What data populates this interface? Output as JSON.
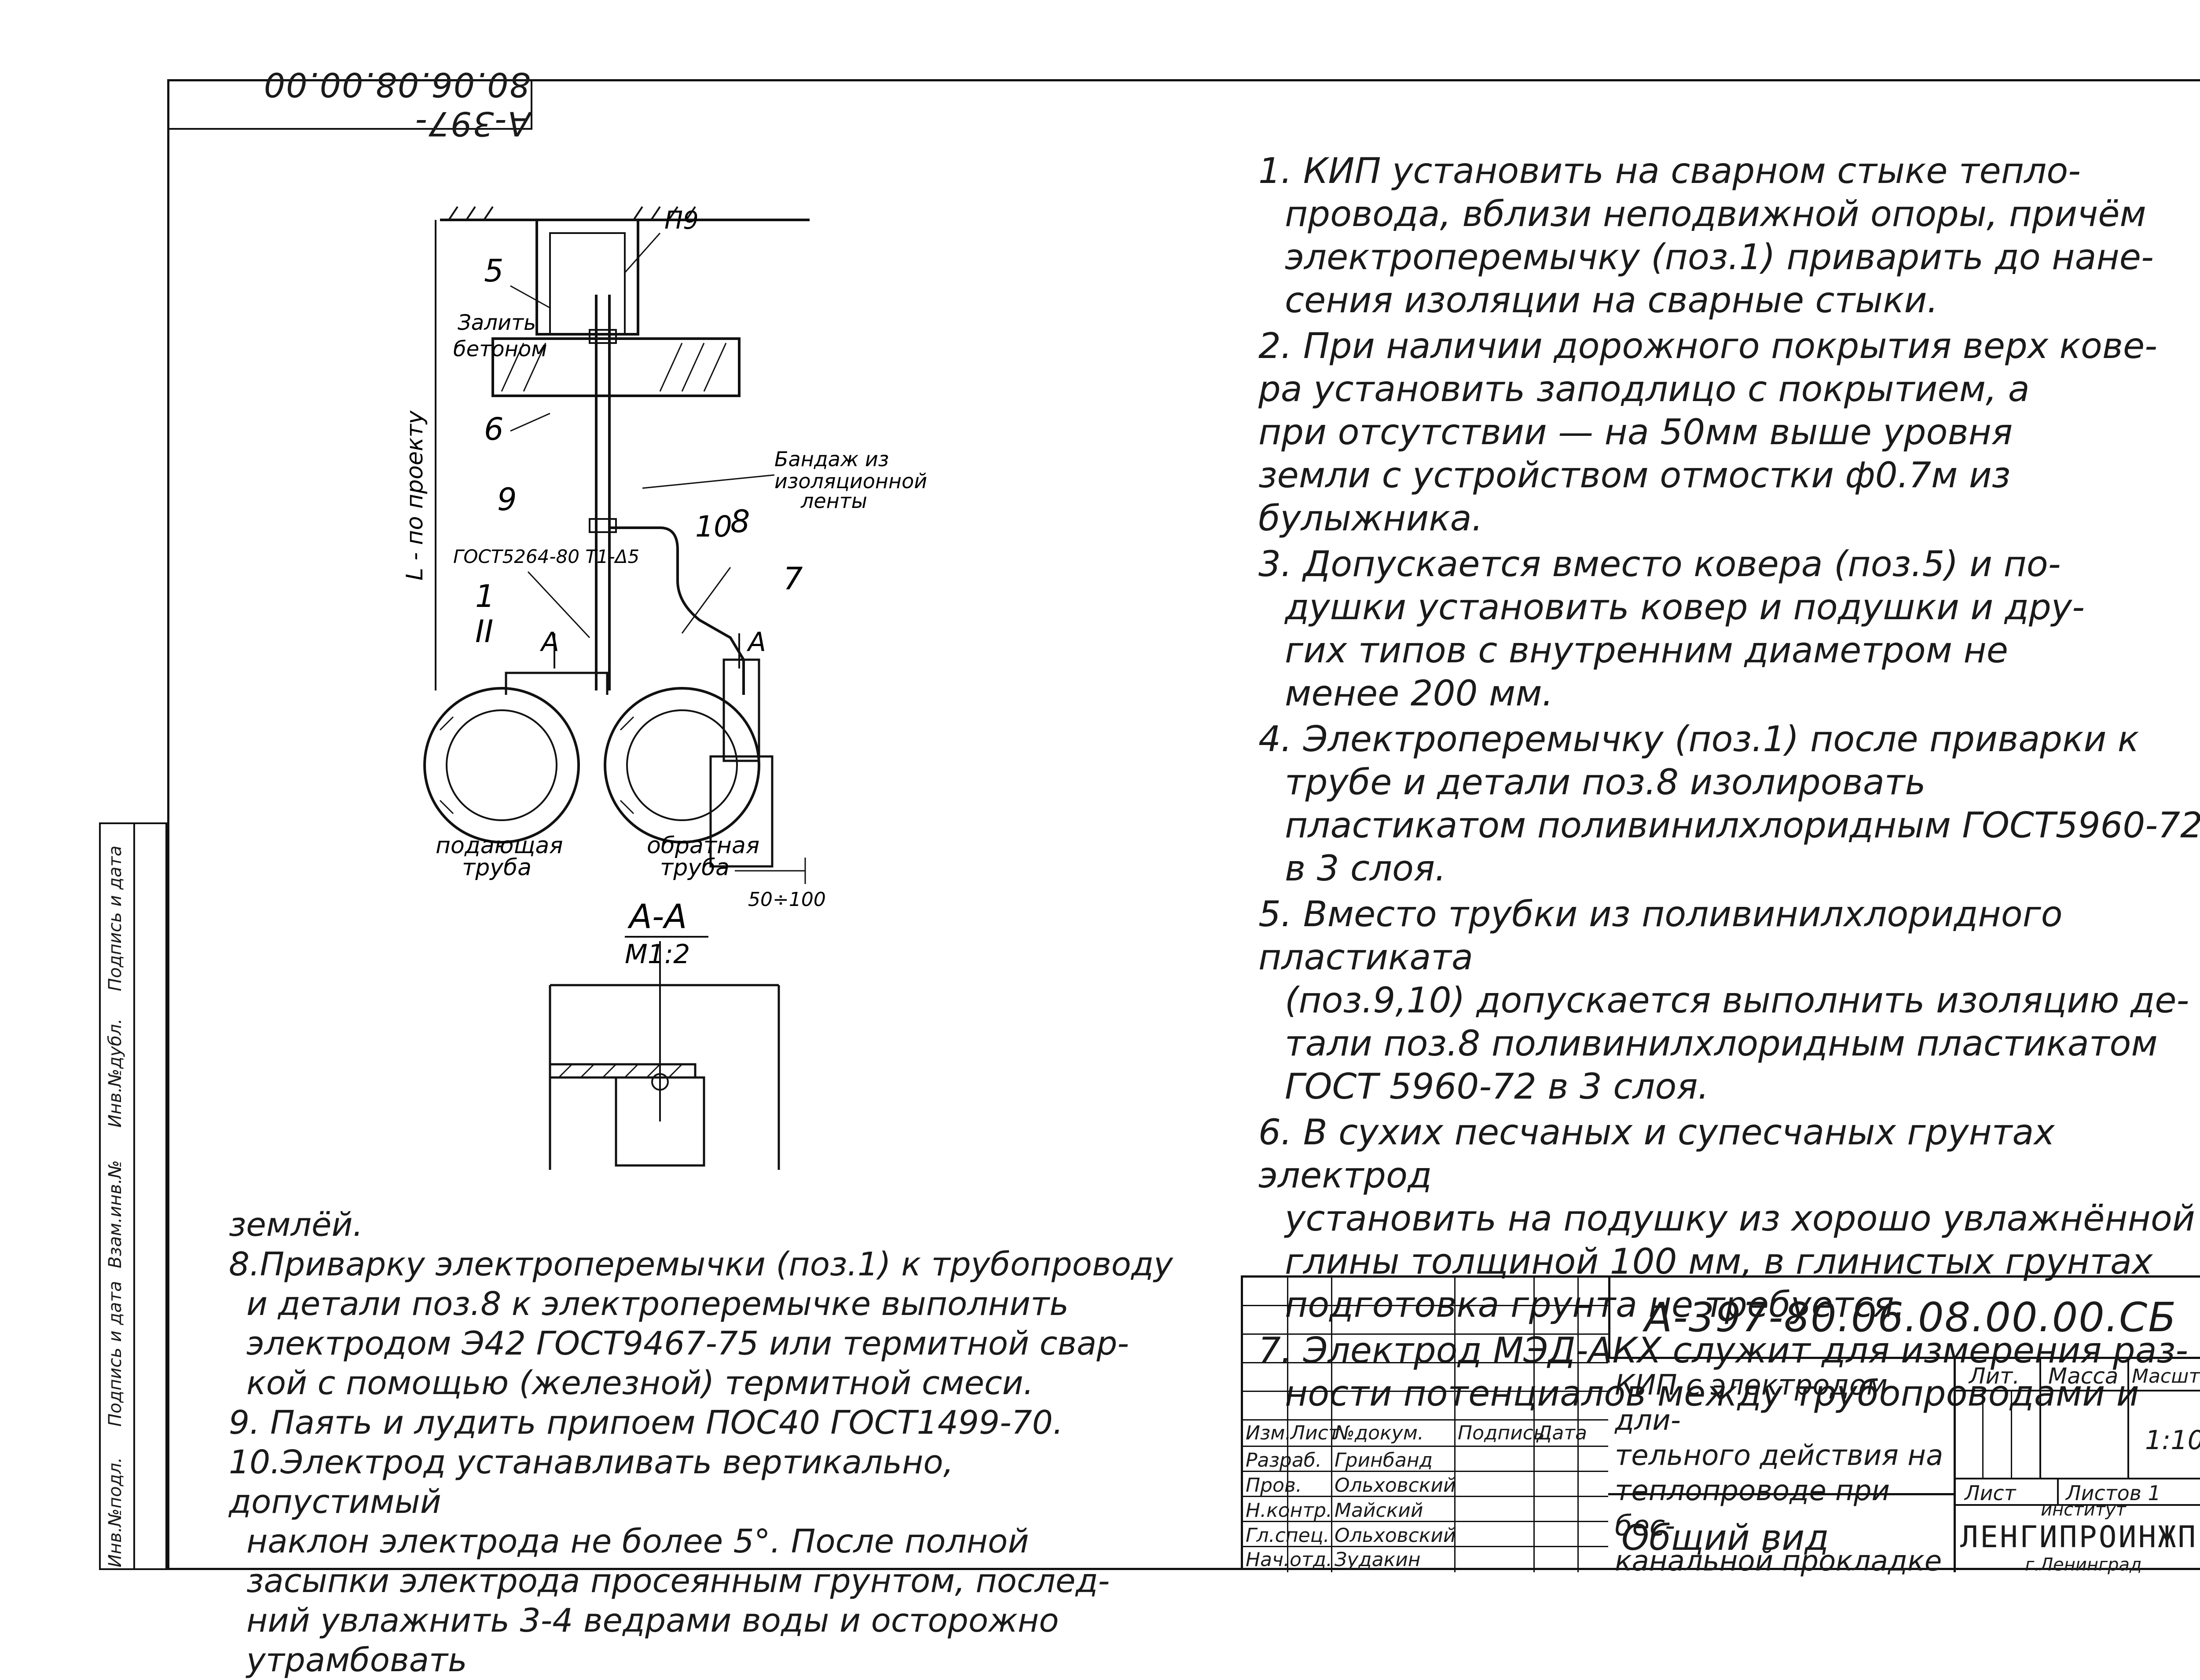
{
  "document": {
    "corner_code": "А-397-80.06.08.00.00",
    "left_stamp": [
      "Инв.№подл.",
      "Подпись и дата",
      "Взам.инв.№",
      "Инв.№дубл.",
      "Подпись и дата"
    ]
  },
  "drawing": {
    "labels": {
      "p9_top": "П9",
      "pos5": "5",
      "zalit": "Залить",
      "betonom": "бетоном",
      "pos6": "6",
      "l_po_proektu": "L - по проекту",
      "bandazh1": "Бандаж из",
      "bandazh2": "изоляционной",
      "bandazh3": "ленты",
      "pos9": "9",
      "pos10": "10",
      "pos8": "8",
      "gost": "ГОСТ5264-80 Т1-Δ5",
      "pos7": "7",
      "pos1": "1",
      "pos2": "II",
      "sectA_left": "А",
      "sectA_right": "А",
      "gap": "50÷100",
      "pipe1a": "подающая",
      "pipe1b": "труба",
      "pipe2a": "обратная",
      "pipe2b": "труба"
    },
    "section": {
      "title": "А-А",
      "scale": "М1:2"
    }
  },
  "notes": [
    [
      "1. КИП установить на сварном стыке тепло-",
      "провода, вблизи неподвижной опоры, причём",
      "электроперемычку (поз.1) приварить до нане-",
      "сения изоляции на сварные стыки."
    ],
    [
      "2. При наличии дорожного покрытия верх кове-",
      "ра установить заподлицо с покрытием, а",
      "при отсутствии — на 50мм выше уровня",
      "земли с устройством отмостки ф0.7м из",
      "булыжника."
    ],
    [
      "3. Допускается вместо ковера (поз.5) и по-",
      "душки установить ковер и подушки и дру-",
      "гих типов с внутренним диаметром не",
      "менее 200 мм."
    ],
    [
      "4. Электроперемычку (поз.1) после приварки к",
      "трубе и детали поз.8 изолировать",
      "пластикатом поливинилхлоридным ГОСТ5960-72",
      "в 3 слоя."
    ],
    [
      "5. Вместо трубки из поливинилхлоридного пластиката",
      "(поз.9,10) допускается выполнить изоляцию де-",
      "тали поз.8 поливинилхлоридным пластикатом",
      "ГОСТ 5960-72 в 3 слоя."
    ],
    [
      "6. В сухих песчаных и супесчаных грунтах электрод",
      "установить на подушку из хорошо увлажнённой",
      "глины толщиной 100 мм, в глинистых грунтах",
      "подготовка грунта не требуется."
    ],
    [
      "7. Электрод МЭД-АКХ служит для измерения раз-",
      "ности потенциалов между трубопроводами и"
    ]
  ],
  "lower_notes": [
    "землёй.",
    "8.Приварку электроперемычки (поз.1) к трубопроводу",
    "и детали поз.8 к электроперемычке выполнить",
    "электродом Э42 ГОСТ9467-75 или термитной свар-",
    "кой с помощью (железной) термитной смеси.",
    "9. Паять и лудить припоем ПОС40 ГОСТ1499-70.",
    "10.Электрод устанавливать вертикально, допустимый",
    "наклон электрода не более 5°. После полной",
    "засыпки электрода просеянным грунтом, послед-",
    "ний увлажнить 3-4 ведрами воды и осторожно",
    "утрамбовать"
  ],
  "title_block": {
    "code": "А-397-80.06.08.00.00.СБ",
    "header_cols": [
      "Изм.",
      "Лист",
      "№докум.",
      "Подпись",
      "Дата"
    ],
    "roles": [
      {
        "role": "Разраб.",
        "name": "Гринбанд"
      },
      {
        "role": "Пров.",
        "name": "Ольховский"
      },
      {
        "role": "Н.контр.",
        "name": "Майский"
      },
      {
        "role": "Гл.спец.",
        "name": "Ольховский"
      },
      {
        "role": "Нач.отд.",
        "name": "Зудакин"
      }
    ],
    "name": [
      "КИП с электродом дли-",
      "тельного действия на",
      "теплопроводе при бес-",
      "канальной прокладке"
    ],
    "view": "Общий вид",
    "lit": "Лит.",
    "mass": "Масса",
    "scale_label": "Масштаб",
    "scale": "1:10",
    "sheet": "Лист",
    "sheets": "Листов 1",
    "org_top": "институт",
    "org": "ЛЕНГИПРОИНЖПРОЕКТ",
    "org_city": "г.Ленинград"
  }
}
